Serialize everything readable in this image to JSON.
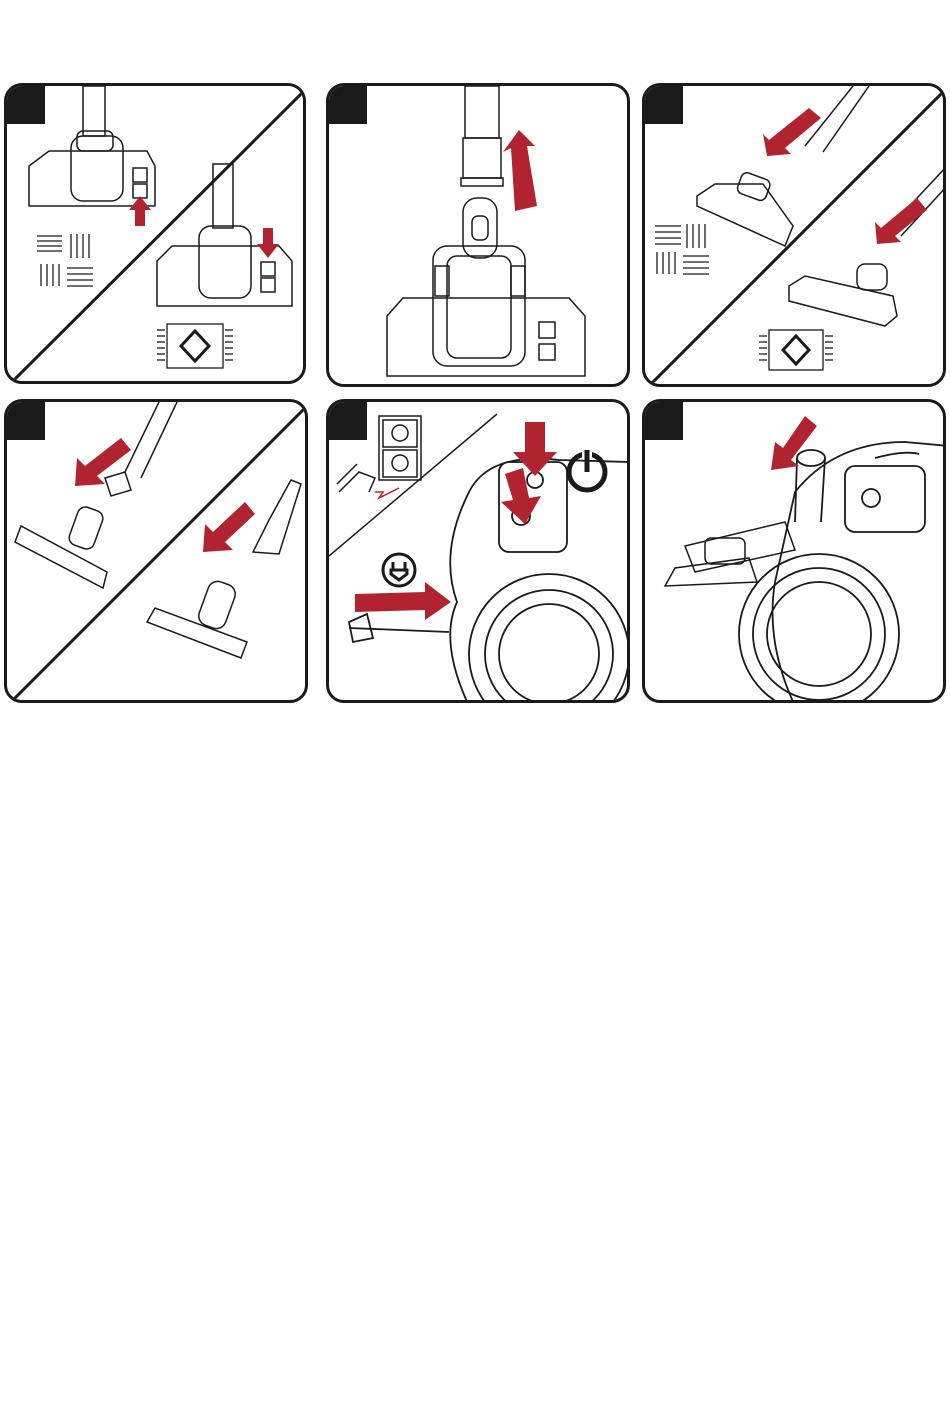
{
  "page": {
    "background": "#ffffff"
  },
  "colors": {
    "arrow": "#b0232f",
    "outline": "#1a1a1a",
    "tab": "#1a1a1a"
  },
  "panels": [
    {
      "id": "p1",
      "content": "floor-brush-pedal-switch",
      "icons": [
        "carpet-pattern-icon",
        "hard-floor-icon"
      ]
    },
    {
      "id": "p2",
      "content": "tube-into-floor-brush",
      "icons": [
        "up-arrow-icon"
      ]
    },
    {
      "id": "p3",
      "content": "brush-attachment-on-tube",
      "icons": [
        "carpet-pattern-icon",
        "hard-floor-icon"
      ]
    },
    {
      "id": "p4",
      "content": "crevice-and-dust-brush-tools",
      "icons": [
        "down-left-arrow-icon"
      ]
    },
    {
      "id": "p5",
      "content": "plug-in-and-power-button",
      "icons": [
        "wall-socket-icon",
        "power-icon",
        "plug-icon"
      ]
    },
    {
      "id": "p6",
      "content": "hose-connection-to-body",
      "icons": [
        "down-left-arrow-icon"
      ]
    }
  ]
}
